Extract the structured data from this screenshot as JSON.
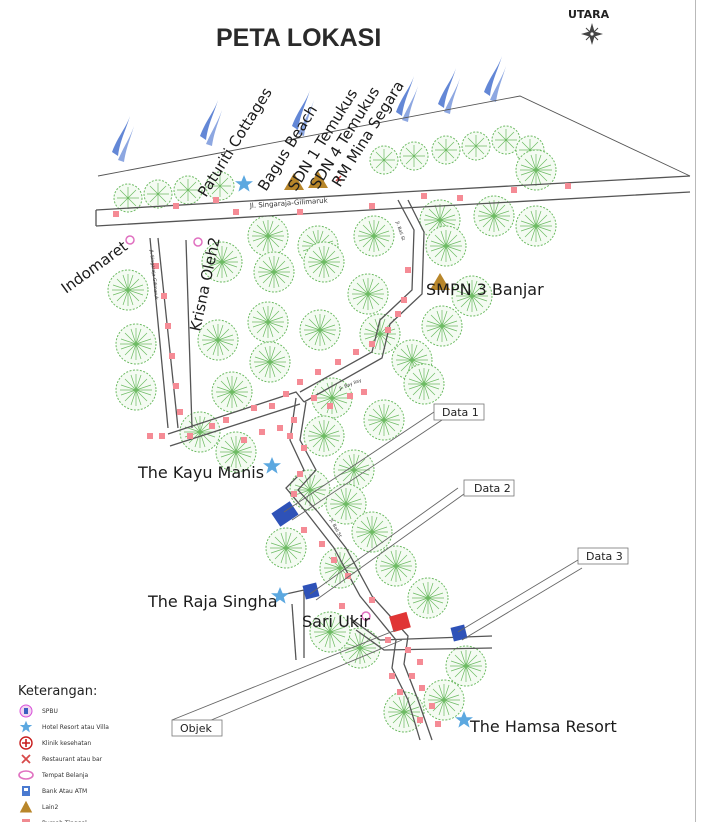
{
  "title": "PETA LOKASI",
  "north": {
    "label": "UTARA"
  },
  "roads": {
    "main": "Jl. Singaraja-Gilimaruk",
    "road_west": "Jl. Singaraja-Gilimaruk",
    "road_east": "Jl. Bali St",
    "road_mid": "Jl. Bay Ilay",
    "road_south": "Jl. Bali St"
  },
  "places": [
    {
      "name": "Paturiti Cottages"
    },
    {
      "name": "Bagus Beach"
    },
    {
      "name": "SDN 1 Temukus"
    },
    {
      "name": "SDN 4 Temukus"
    },
    {
      "name": "RM Mina Segara"
    },
    {
      "name": "Indomaret"
    },
    {
      "name": "Krisna Oleh2"
    },
    {
      "name": "SMPN 3 Banjar"
    },
    {
      "name": "The Kayu Manis"
    },
    {
      "name": "The Raja Singha"
    },
    {
      "name": "Sari Ukir"
    },
    {
      "name": "The Hamsa Resort"
    }
  ],
  "callouts": [
    {
      "label": "Data 1"
    },
    {
      "label": "Data 2"
    },
    {
      "label": "Data 3"
    },
    {
      "label": "Objek"
    }
  ],
  "legend": {
    "heading": "Keterangan:",
    "items": [
      {
        "label": "SPBU",
        "icon": "fuel-icon",
        "color": "#d84fd8"
      },
      {
        "label": "Hotel Resort atau Villa",
        "icon": "star-icon",
        "color": "#5ca8e0"
      },
      {
        "label": "Klinik kesehatan",
        "icon": "clinic-icon",
        "color": "#c81e1e"
      },
      {
        "label": "Restaurant atau bar",
        "icon": "utensils-icon",
        "color": "#d84a4a"
      },
      {
        "label": "Tempat Belanja",
        "icon": "shopping-icon",
        "color": "#e070c0"
      },
      {
        "label": "Bank Atau ATM",
        "icon": "bank-icon",
        "color": "#4a7ad0"
      },
      {
        "label": "Lain2",
        "icon": "triangle-icon",
        "color": "#b8862a"
      },
      {
        "label": "Rumah Tinggal",
        "icon": "house-icon",
        "color": "#f08a90"
      }
    ]
  },
  "colors": {
    "sea": "#2f5fc8",
    "tree": "#4caf50",
    "house": "#f58b95",
    "object_blue": "#2e52b8",
    "object_red": "#e03535",
    "road": "#555555"
  }
}
